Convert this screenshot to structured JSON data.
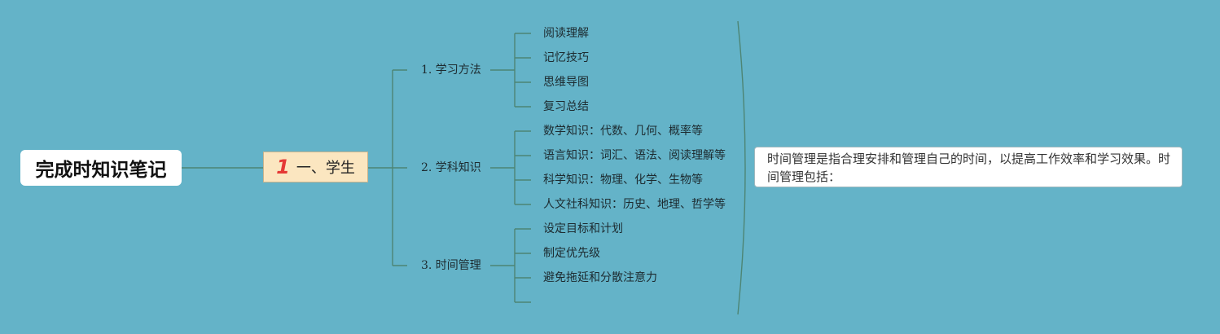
{
  "root": {
    "title": "完成时知识笔记"
  },
  "main_topic": {
    "badge": "1",
    "label": "一、学生"
  },
  "subtopics": [
    {
      "label": "1. 学习方法",
      "items": [
        "阅读理解",
        "记忆技巧",
        "思维导图",
        "复习总结"
      ]
    },
    {
      "label": "2. 学科知识",
      "items": [
        "数学知识：代数、几何、概率等",
        "语言知识：词汇、语法、阅读理解等",
        "科学知识：物理、化学、生物等",
        "人文社科知识：历史、地理、哲学等"
      ]
    },
    {
      "label": "3. 时间管理",
      "items": [
        "设定目标和计划",
        "制定优先级",
        "避免拖延和分散注意力",
        ""
      ]
    }
  ],
  "summary_note": "时间管理是指合理安排和管理自己的时间，以提高工作效率和学习效果。时间管理包括：",
  "colors": {
    "background": "#64b3c8",
    "connector": "#4d8574",
    "main_fill": "#fbe6c0",
    "badge": "#e53935"
  }
}
